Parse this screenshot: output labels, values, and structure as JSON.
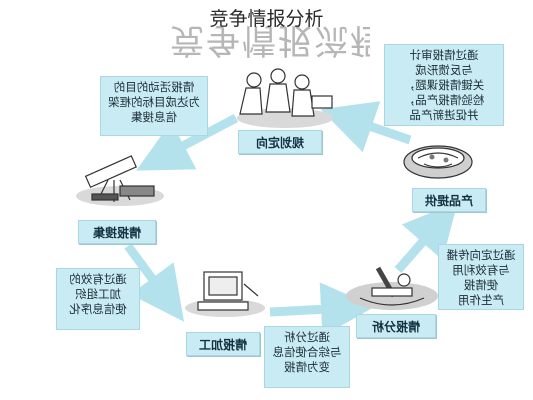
{
  "caption": "竞争情报分析",
  "diagram_title_ghost": "竞争情报流程",
  "colors": {
    "box_fill": "#c9ecf4",
    "box_border": "#a9d8e2",
    "arrow": "#b4e2ec"
  },
  "stages": {
    "planning": "规划定向",
    "collection": "情报搜集",
    "processing": "情报加工",
    "analysis": "情报分析",
    "delivery": "产品提供"
  },
  "notes": {
    "planning_note": [
      "情报活动的目的",
      "为达成目标的框架",
      "信息搜集"
    ],
    "collection_note": [
      "通过有效的",
      "加工组织",
      "使信息序化"
    ],
    "processing_note": [
      "通过分析",
      "与综合使信息",
      "变为情报"
    ],
    "analysis_note": [
      "通过定向传播",
      "与有效利用",
      "使情报",
      "产生作用"
    ],
    "delivery_note": [
      "通过情报审计",
      "与反馈形成",
      "关键情报课题，",
      "检验情报产品，",
      "并促进新产品"
    ]
  },
  "icons": [
    "meeting-people-icon",
    "telescope-icon",
    "computer-icon",
    "microscope-icon",
    "globe-icon"
  ]
}
